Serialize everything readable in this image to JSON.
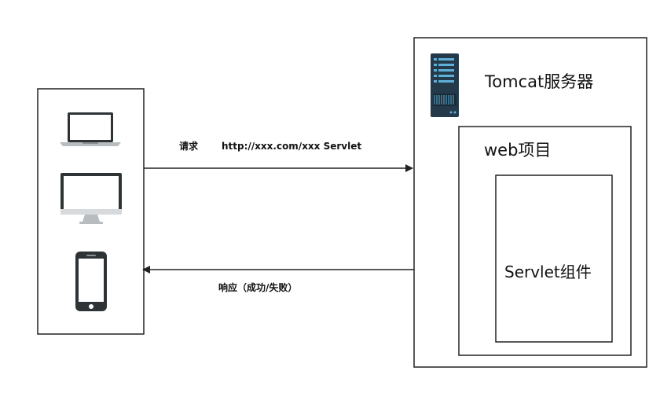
{
  "request": {
    "label": "请求",
    "url": "http://xxx.com/xxx Servlet"
  },
  "response": {
    "label": "响应（成功/失败）"
  },
  "server": {
    "title": "Tomcat服务器",
    "icon": "server-icon"
  },
  "web_project": {
    "title": "web项目"
  },
  "servlet": {
    "title": "Servlet组件"
  },
  "clients": {
    "icons": [
      "laptop-icon",
      "desktop-monitor-icon",
      "smartphone-icon"
    ]
  },
  "colors": {
    "line": "#222222",
    "device": "#2e3336",
    "screen": "#ffffff",
    "server_body": "#243a4a",
    "server_accent": "#5fb0d8"
  }
}
